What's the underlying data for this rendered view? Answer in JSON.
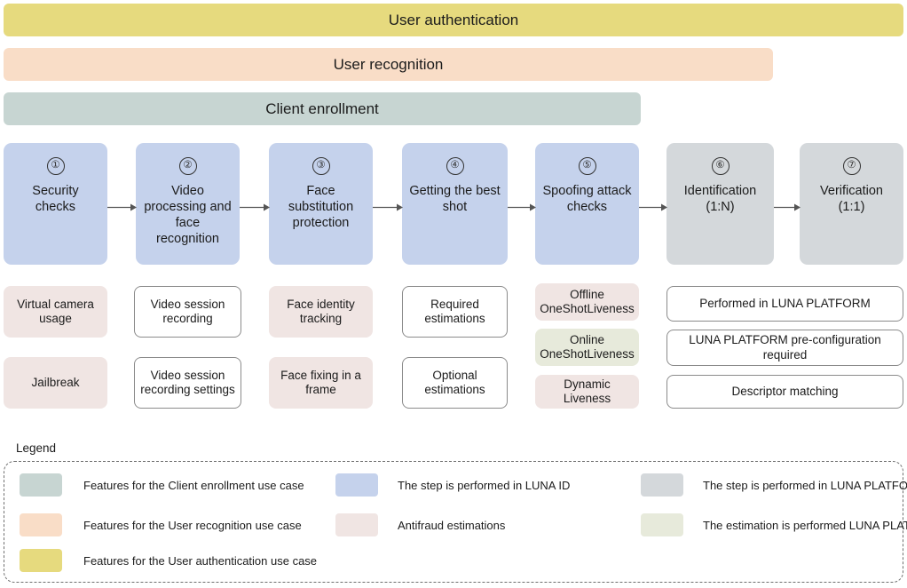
{
  "usecase_bars": [
    {
      "id": "user-authentication",
      "label": "User authentication",
      "color": "#e6da7e"
    },
    {
      "id": "user-recognition",
      "label": "User recognition",
      "color": "#f9ddc7"
    },
    {
      "id": "client-enrollment",
      "label": "Client enrollment",
      "color": "#c7d5d2"
    }
  ],
  "steps": [
    {
      "number": "①",
      "label": "Security checks",
      "system": "LUNA ID",
      "color": "#c5d2ec"
    },
    {
      "number": "②",
      "label": "Video processing and face recognition",
      "system": "LUNA ID",
      "color": "#c5d2ec"
    },
    {
      "number": "③",
      "label": "Face substitution protection",
      "system": "LUNA ID",
      "color": "#c5d2ec"
    },
    {
      "number": "④",
      "label": "Getting the best shot",
      "system": "LUNA ID",
      "color": "#c5d2ec"
    },
    {
      "number": "⑤",
      "label": "Spoofing attack checks",
      "system": "LUNA ID",
      "color": "#c5d2ec"
    },
    {
      "number": "⑥",
      "label": "Identification (1:N)",
      "system": "LUNA PLATFORM",
      "color": "#d4d8db"
    },
    {
      "number": "⑦",
      "label": "Verification (1:1)",
      "system": "LUNA PLATFORM",
      "color": "#d4d8db"
    }
  ],
  "sub_items": {
    "security_checks": [
      {
        "label": "Virtual camera usage",
        "kind": "antifraud"
      },
      {
        "label": "Jailbreak",
        "kind": "antifraud"
      }
    ],
    "video_processing": [
      {
        "label": "Video session recording",
        "kind": "plain"
      },
      {
        "label": "Video session recording settings",
        "kind": "plain"
      }
    ],
    "face_substitution": [
      {
        "label": "Face identity tracking",
        "kind": "antifraud"
      },
      {
        "label": "Face fixing in a frame",
        "kind": "antifraud"
      }
    ],
    "best_shot": [
      {
        "label": "Required estimations",
        "kind": "plain"
      },
      {
        "label": "Optional estimations",
        "kind": "plain"
      }
    ],
    "spoofing_checks": [
      {
        "label": "Offline OneShotLiveness",
        "kind": "antifraud"
      },
      {
        "label": "Online OneShotLiveness",
        "kind": "platform-estimation"
      },
      {
        "label": "Dynamic Liveness",
        "kind": "antifraud"
      }
    ],
    "platform": [
      {
        "label": "Performed in LUNA PLATFORM",
        "kind": "plain"
      },
      {
        "label": "LUNA PLATFORM pre-configuration required",
        "kind": "plain"
      },
      {
        "label": "Descriptor matching",
        "kind": "plain"
      }
    ]
  },
  "legend": {
    "title": "Legend",
    "items": [
      {
        "color": "#c7d5d2",
        "label": "Features for the Client enrollment use case"
      },
      {
        "color": "#f9ddc7",
        "label": "Features for the User recognition use case"
      },
      {
        "color": "#e6da7e",
        "label": "Features for the User authentication use case"
      },
      {
        "color": "#c5d2ec",
        "label": "The step is performed in LUNA ID"
      },
      {
        "color": "#f0e5e3",
        "label": "Antifraud estimations"
      },
      {
        "color": "#d4d8db",
        "label": "The step is performed in LUNA PLATFORM"
      },
      {
        "color": "#e7eadb",
        "label": "The estimation is performed LUNA PLATFORM"
      }
    ]
  }
}
